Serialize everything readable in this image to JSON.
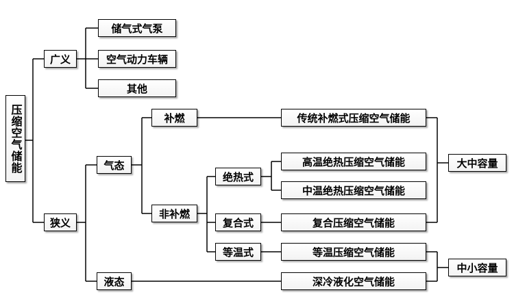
{
  "root": "压缩空气储能",
  "broad": {
    "label": "广义",
    "items": [
      "储气式气泵",
      "空气动力车辆",
      "其他"
    ]
  },
  "narrow": {
    "label": "狭义",
    "gas": {
      "label": "气态",
      "supplementary_combustion": "补燃",
      "non_supplementary_combustion": "非补燃",
      "adiabatic": "绝热式",
      "composite": "复合式",
      "isothermal": "等温式"
    },
    "liquid": "液态"
  },
  "technologies": {
    "traditional": "传统补燃式压缩空气储能",
    "high_temp_adiabatic": "高温绝热压缩空气储能",
    "mid_temp_adiabatic": "中温绝热压缩空气储能",
    "composite": "复合压缩空气储能",
    "isothermal": "等温压缩空气储能",
    "cryogenic": "深冷液化空气储能"
  },
  "capacity": {
    "large_medium": "大中容量",
    "small_medium": "中小容量"
  }
}
